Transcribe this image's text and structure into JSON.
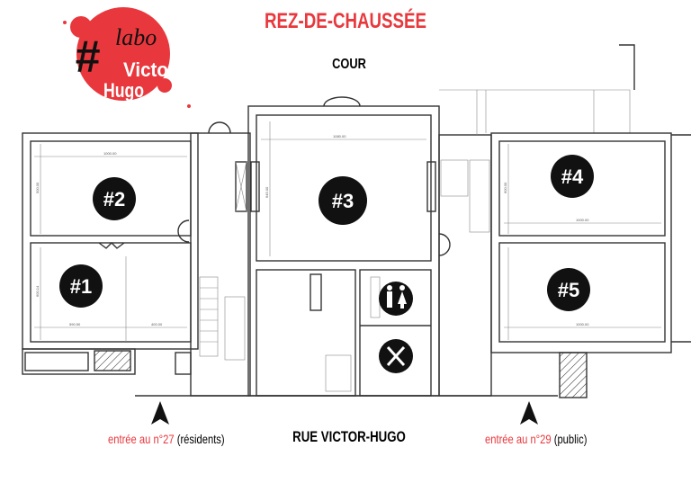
{
  "logo": {
    "line1": "labo",
    "hash": "#",
    "line2": "Victor",
    "line3": "Hugo",
    "color": "#e8383d"
  },
  "title": "REZ-DE-CHAUSSÉE",
  "courtyard_label": "COUR",
  "street_label": "RUE VICTOR-HUGO",
  "entrances": [
    {
      "label": "entrée au n°27",
      "note": "(résidents)"
    },
    {
      "label": "entrée au n°29",
      "note": "(public)"
    }
  ],
  "rooms": [
    {
      "label": "#1"
    },
    {
      "label": "#2"
    },
    {
      "label": "#3"
    },
    {
      "label": "#4"
    },
    {
      "label": "#5"
    }
  ],
  "dimensions": [
    "1000.00",
    "500.00",
    "1080.00",
    "645.00",
    "600.14",
    "590.50",
    "400.00",
    "600.00",
    "1000.00",
    "1000.00"
  ],
  "icons": [
    "toilets-icon",
    "restaurant-icon",
    "entrance-arrow-icon"
  ],
  "accent_color": "#e8383d"
}
